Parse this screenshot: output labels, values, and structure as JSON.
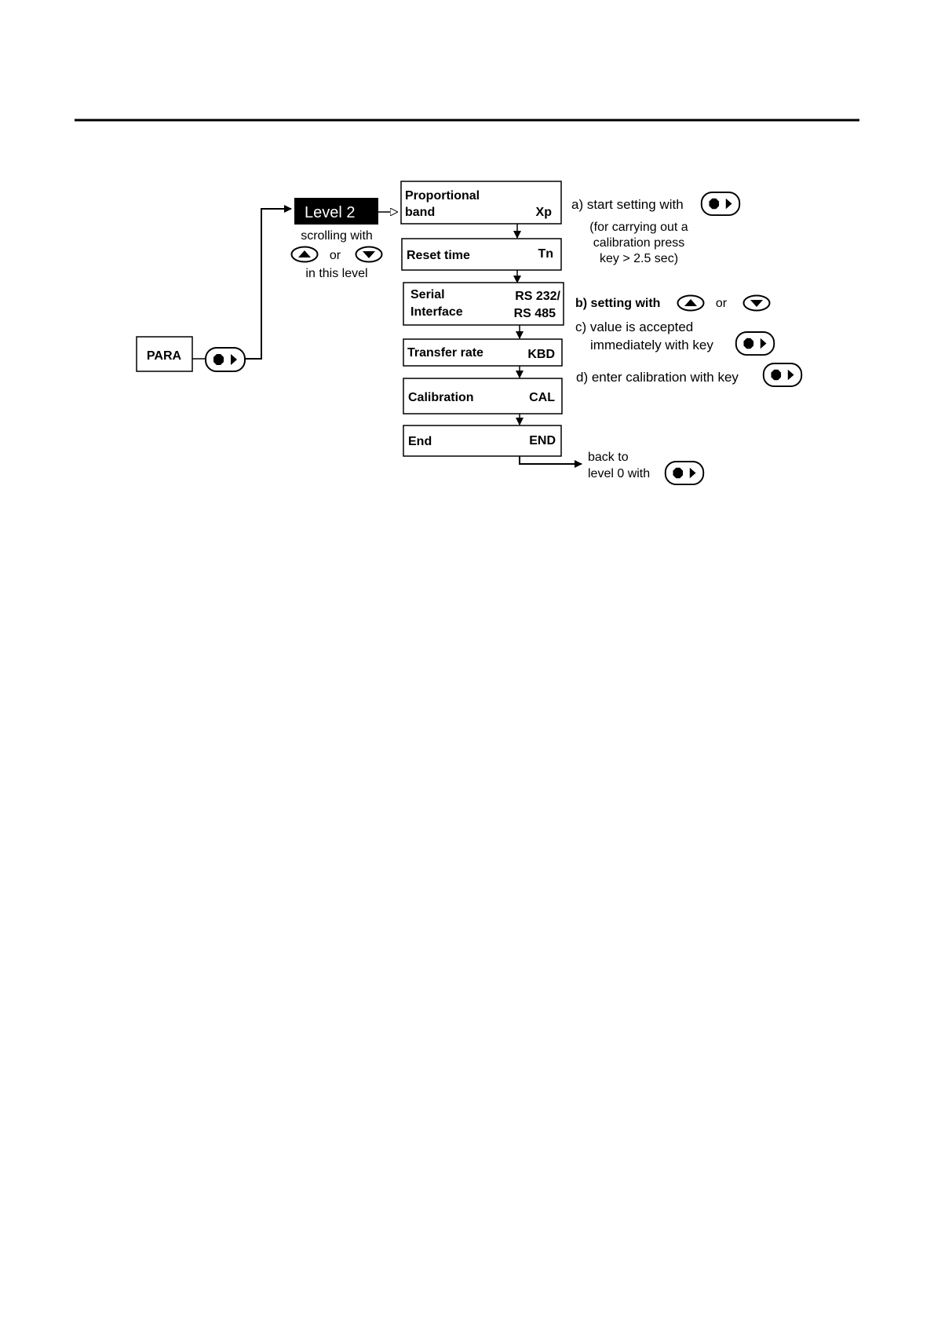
{
  "para": {
    "label": "PARA"
  },
  "level": {
    "title": "Level 2",
    "scroll_line1": "scrolling with",
    "scroll_or": "or",
    "scroll_line3": "in this level"
  },
  "menu": [
    {
      "name_line1": "Proportional",
      "name_line2": "band",
      "code": "Xp"
    },
    {
      "name_line1": "Reset time",
      "code": "Tn"
    },
    {
      "name_line1": "Serial",
      "name_line2": "Interface",
      "code_line1": "RS 232/",
      "code_line2": "RS 485"
    },
    {
      "name_line1": "Transfer rate",
      "code": "KBD"
    },
    {
      "name_line1": "Calibration",
      "code": "CAL"
    },
    {
      "name_line1": "End",
      "code": "END"
    }
  ],
  "notes": {
    "a": "a) start setting with",
    "a_sub1": "(for carrying out a",
    "a_sub2": "calibration press",
    "a_sub3": "key >  2.5 sec)",
    "b": "b) setting with",
    "b_or": "or",
    "c1": "c) value is accepted",
    "c2": "immediately with key",
    "d": "d) enter calibration with key",
    "back1": "back to",
    "back2": "level 0 with"
  },
  "icons": {
    "enter_key": "enter-key-icon",
    "up_key": "up-key-icon",
    "down_key": "down-key-icon"
  }
}
